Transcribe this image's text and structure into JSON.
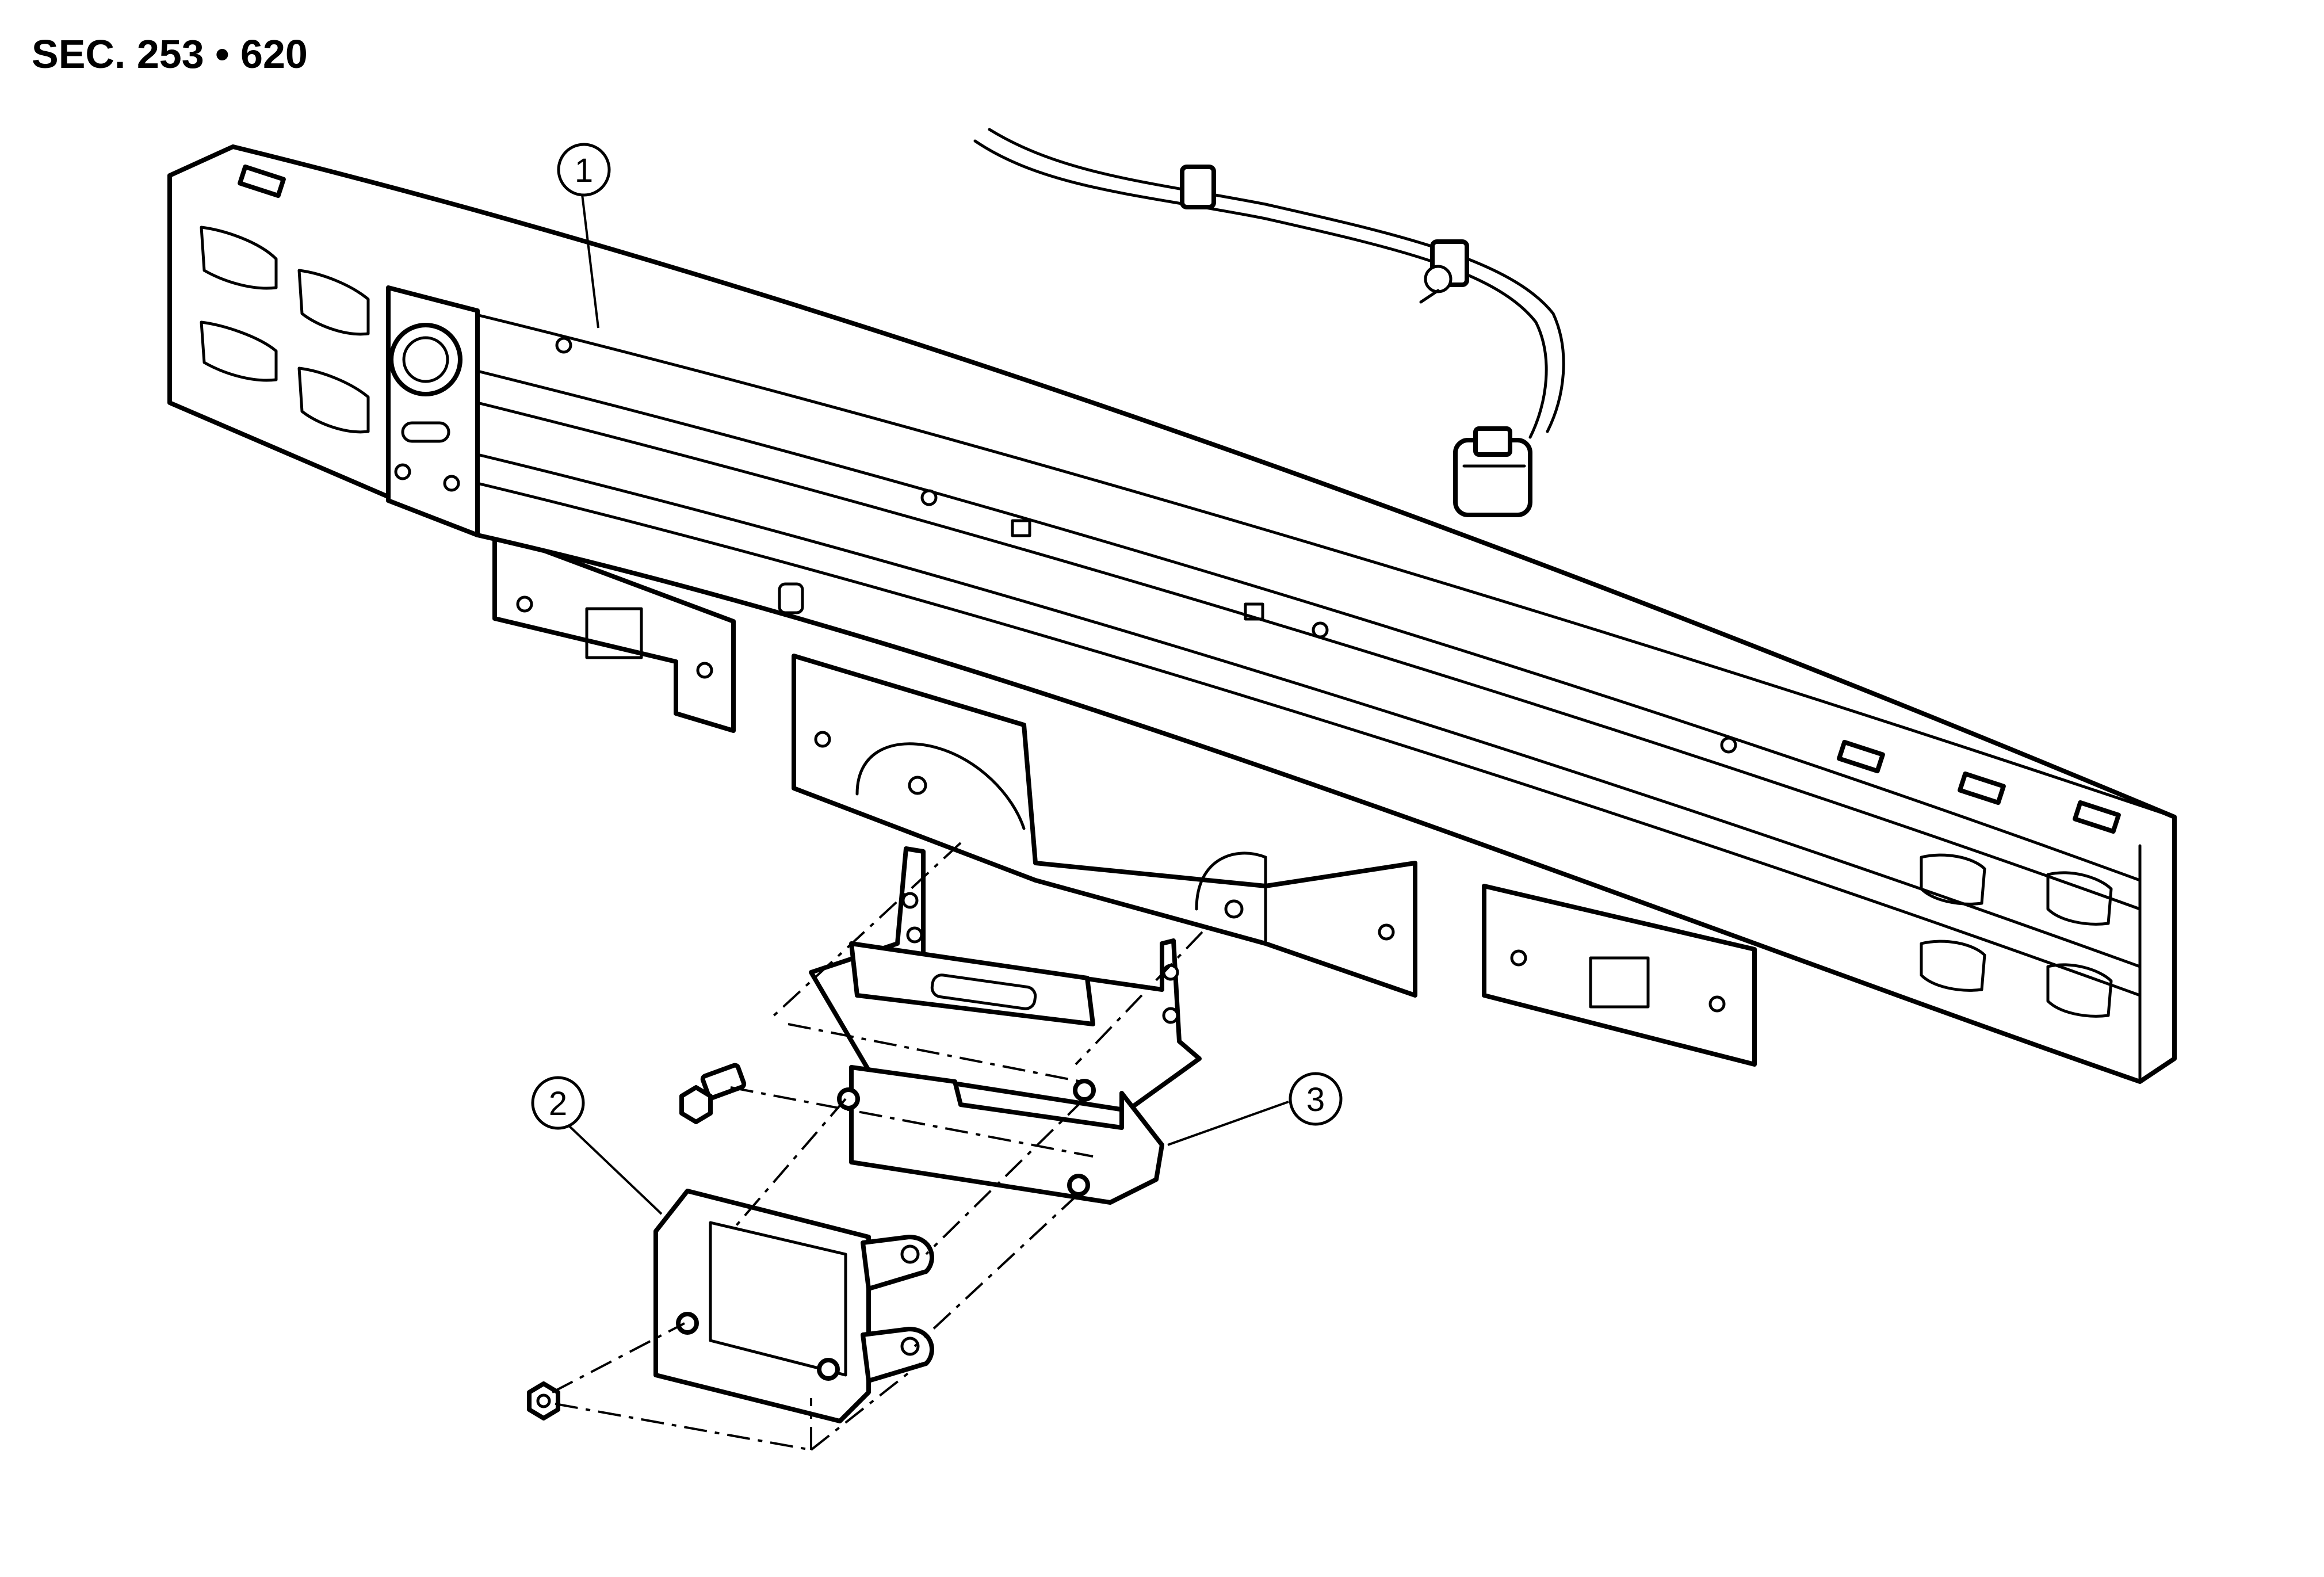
{
  "section_label": "SEC. 253 • 620",
  "callouts": [
    {
      "id": "1",
      "part": "bumper-reinforcement"
    },
    {
      "id": "2",
      "part": "sensor-unit"
    },
    {
      "id": "3",
      "part": "sensor-bracket"
    }
  ]
}
